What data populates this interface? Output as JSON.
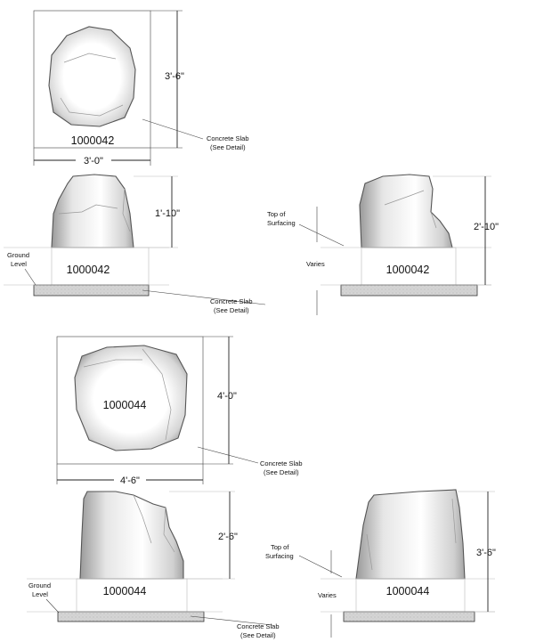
{
  "plan_1": {
    "code": "1000042",
    "height_dim": "3'-6\"",
    "width_dim": "3'-0\"",
    "slab_label_1": "Concrete Slab",
    "slab_label_2": "(See Detail)"
  },
  "elev_1_left": {
    "code": "1000042",
    "height_dim": "1'-10\"",
    "ground_label_1": "Ground",
    "ground_label_2": "Level",
    "slab_label_1": "Concrete Slab",
    "slab_label_2": "(See Detail)"
  },
  "elev_1_right": {
    "code": "1000042",
    "height_dim": "2'-10\"",
    "surfacing_label_1": "Top of",
    "surfacing_label_2": "Surfacing",
    "varies_label": "Varies"
  },
  "plan_2": {
    "code": "1000044",
    "height_dim": "4'-0\"",
    "width_dim": "4'-6\"",
    "slab_label_1": "Concrete Slab",
    "slab_label_2": "(See Detail)"
  },
  "elev_2_left": {
    "code": "1000044",
    "height_dim": "2'-6\"",
    "ground_label_1": "Ground",
    "ground_label_2": "Level",
    "slab_label_1": "Concrete Slab",
    "slab_label_2": "(See Detail)"
  },
  "elev_2_right": {
    "code": "1000044",
    "height_dim": "3'-6\"",
    "surfacing_label_1": "Top of",
    "surfacing_label_2": "Surfacing",
    "varies_label": "Varies"
  }
}
